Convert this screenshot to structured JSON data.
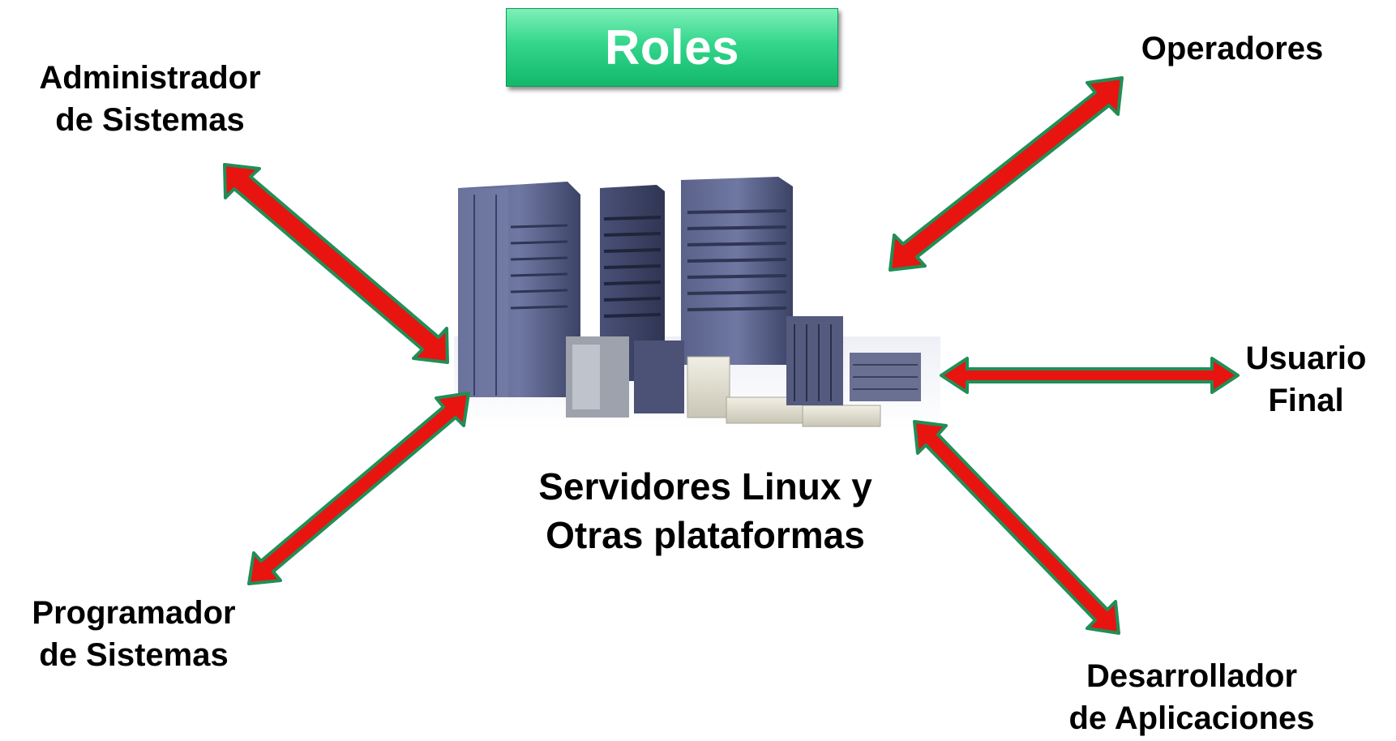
{
  "title": "Roles",
  "center": {
    "line1": "Servidores Linux y",
    "line2": "Otras plataformas",
    "image": "server-rack-group-image"
  },
  "roles": [
    {
      "id": "admin",
      "line1": "Administrador",
      "line2": "de Sistemas"
    },
    {
      "id": "operadores",
      "line1": "Operadores",
      "line2": ""
    },
    {
      "id": "usuario",
      "line1": "Usuario",
      "line2": "Final"
    },
    {
      "id": "programador",
      "line1": "Programador",
      "line2": "de Sistemas"
    },
    {
      "id": "desarrollador",
      "line1": "Desarrollador",
      "line2": "de Aplicaciones"
    }
  ],
  "colors": {
    "arrow_fill": "#e8140f",
    "arrow_outline": "#1f8f57",
    "title_green": "#22c47a"
  }
}
